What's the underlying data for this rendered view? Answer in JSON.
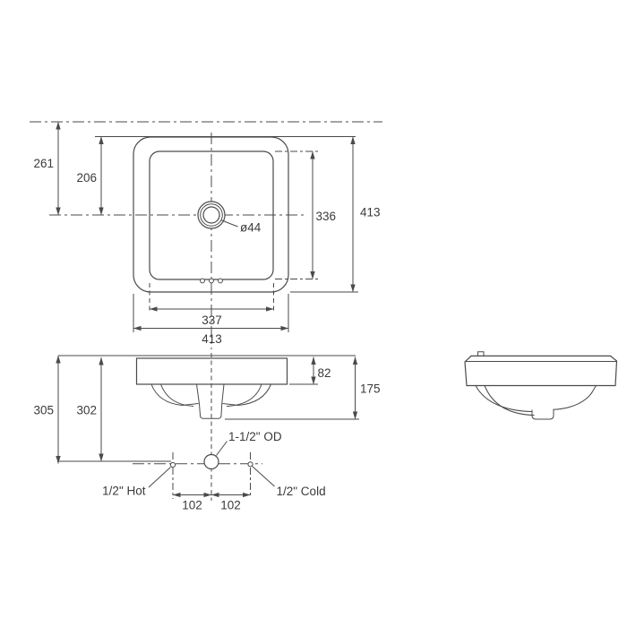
{
  "drawing": {
    "background": "#ffffff",
    "line_color": "#4a4a4a",
    "text_color": "#3a3a3a"
  },
  "top_view": {
    "dim_back_offset": "261",
    "dim_inner_offset": "206",
    "dim_inner_depth": "336",
    "dim_outer_depth": "413",
    "dim_inner_width": "337",
    "dim_outer_width": "413",
    "drain_diameter": "ø44"
  },
  "front_view": {
    "dim_rim_height": "82",
    "dim_overall_height": "175",
    "dim_height_outer": "305",
    "dim_height_inner": "302",
    "dim_hot_offset": "102",
    "dim_cold_offset": "102",
    "drain_outlet_label": "1-1/2\" OD",
    "hot_supply_label": "1/2\" Hot",
    "cold_supply_label": "1/2\" Cold"
  }
}
